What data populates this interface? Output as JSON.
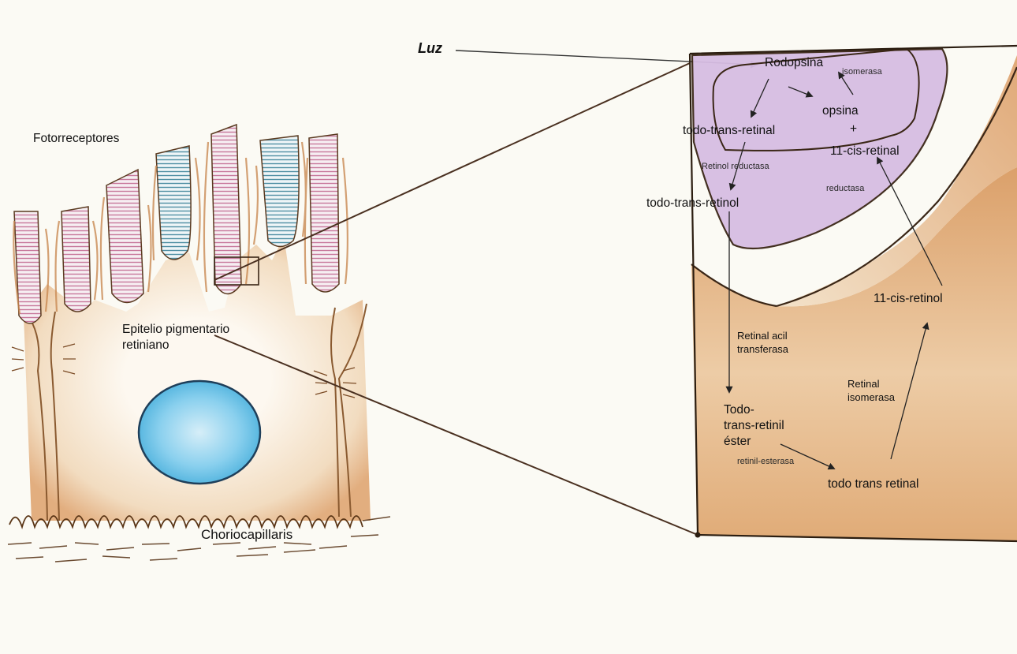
{
  "labels": {
    "luz": "Luz",
    "fotorreceptores": "Fotorreceptores",
    "epitelio_1": "Epitelio pigmentario",
    "epitelio_2": "retiniano",
    "choriocapillaris": "Choriocapillaris",
    "rodopsina": "Rodopsina",
    "isomerasa": "isomerasa",
    "opsina": "opsina",
    "plus": "+",
    "todo_trans_retinal": "todo-trans-retinal",
    "cis_retinal_11": "11-cis-retinal",
    "retinol_reductasa": "Retinol reductasa",
    "reductasa": "reductasa",
    "todo_trans_retinol": "todo-trans-retinol",
    "cis_retinol_11": "11-cis-retinol",
    "retinal_acil_1": "Retinal acil",
    "retinal_acil_2": "transferasa",
    "retinal_isomerasa_1": "Retinal",
    "retinal_isomerasa_2": "isomerasa",
    "ester_1": "Todo-",
    "ester_2": "trans-retinil",
    "ester_3": "éster",
    "retinil_esterasa": "retinil-esterasa",
    "todo_trans_retinal_2": "todo trans retinal"
  },
  "colors": {
    "background": "#fbfaf4",
    "outline": "#2b1d10",
    "tissue": "#d9a06b",
    "tissue_light": "#f1dcc0",
    "rod_pink": "#c8789c",
    "cone_teal": "#4f8fa3",
    "nucleus": "#6cc2e6",
    "rhodopsin_purple": "#caa6d8"
  }
}
